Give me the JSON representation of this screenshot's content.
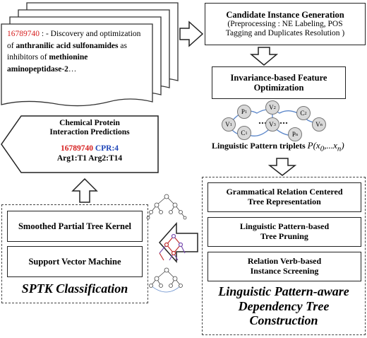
{
  "abstract": {
    "pmid": "16789740",
    "sep": " : - Discovery and optimization",
    "of": "of ",
    "bold1": "anthranilic acid sulfonamides",
    "as": " as",
    "line3": "inhibitors of ",
    "bold2": "methionine",
    "bold3": "aminopeptidase-2",
    "ellipsis": "…"
  },
  "candidate": {
    "title": "Candidate Instance Generation",
    "line1": "(Preprocessing : NE Labeling, POS",
    "line2": "Tagging and Duplicates Resolution )"
  },
  "invariance": {
    "line1": "Invariance-based Feature",
    "line2": "Optimization"
  },
  "graph": {
    "nodes": [
      "P1",
      "V2",
      "C2",
      "V1",
      "C1",
      "V3",
      "Pn",
      "Vn"
    ]
  },
  "triplets": {
    "label": "Linguistic Pattern triplets ",
    "formula": "P(x0,...xn)"
  },
  "prediction": {
    "line1": "Chemical Protein",
    "line2": "Interaction Predictions",
    "pmid": "16789740",
    "cpr": "CPR:4",
    "args": "Arg1:T1 Arg2:T14"
  },
  "sptk": {
    "box1": "Smoothed Partial Tree Kernel",
    "box2": "Support Vector Machine",
    "caption": "SPTK Classification"
  },
  "lpdt": {
    "box1_line1": "Grammatical Relation Centered",
    "box1_line2": "Tree Representation",
    "box2_line1": "Linguistic Pattern-based",
    "box2_line2": "Tree Pruning",
    "box3_line1": "Relation Verb-based",
    "box3_line2": "Instance Screening",
    "caption_line1": "Linguistic Pattern-aware",
    "caption_line2": "Dependency Tree",
    "caption_line3": "Construction"
  },
  "colors": {
    "pmid": "#d62020",
    "cpr": "#1f46b8",
    "node_fill": "#d9d9d9",
    "graph_edge": "#5b86c9"
  }
}
